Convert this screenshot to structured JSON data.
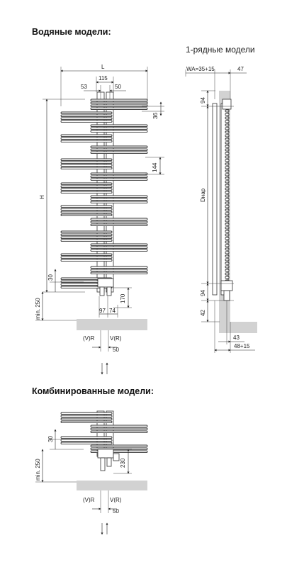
{
  "headings": {
    "water_models": "Водяные модели:",
    "single_row_models": "1-рядные модели",
    "combined_models": "Комбинированные модели:"
  },
  "dims": {
    "L": "L",
    "d115": "115",
    "d53": "53",
    "d50": "50",
    "d36": "36",
    "d144": "144",
    "H": "H",
    "d30": "30",
    "min250": "min. 250",
    "d170": "170",
    "d97": "97",
    "d74": "74",
    "VR_left": "(V)R",
    "VR_right": "V(R)",
    "d50b": "50",
    "wa": "WA=35+15",
    "d47": "47",
    "d94": "94",
    "dnap": "Dнар",
    "d94b": "94",
    "d42": "42",
    "d43": "43",
    "d48": "48+15",
    "c30": "30",
    "cmin250": "min. 250",
    "c230": "230",
    "cVR_left": "(V)R",
    "cVR_right": "V(R)",
    "c50": "50"
  },
  "icons": [
    "flow-arrows-icon",
    "flow-arrows-icon"
  ]
}
